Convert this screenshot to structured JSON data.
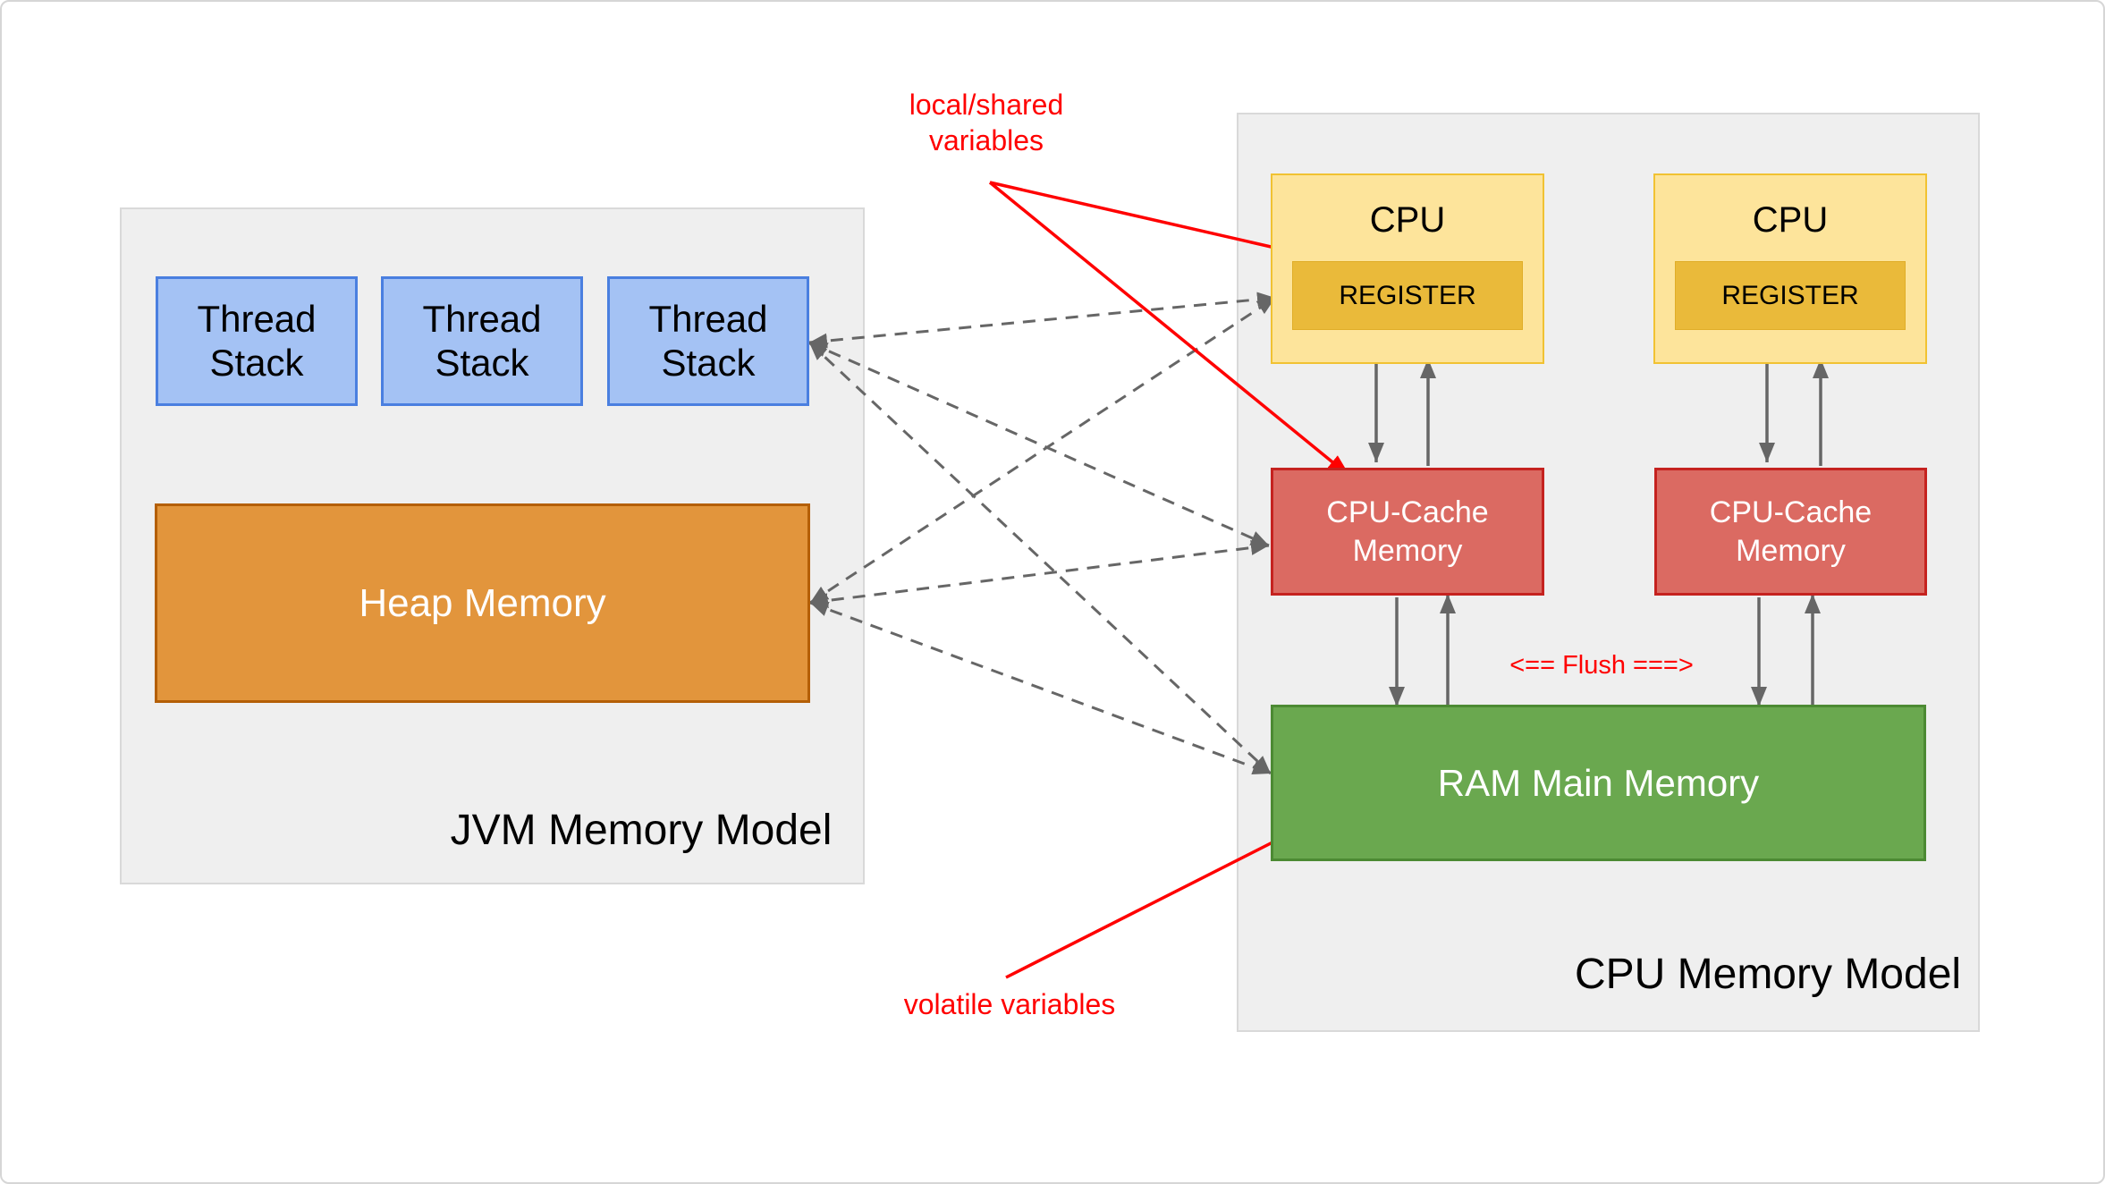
{
  "jvm_model": {
    "label": "JVM Memory Model",
    "thread_stacks": [
      {
        "label": "Thread Stack"
      },
      {
        "label": "Thread Stack"
      },
      {
        "label": "Thread Stack"
      }
    ],
    "heap_label": "Heap Memory"
  },
  "cpu_model": {
    "label": "CPU Memory Model",
    "cpus": [
      {
        "label": "CPU",
        "register_label": "REGISTER"
      },
      {
        "label": "CPU",
        "register_label": "REGISTER"
      }
    ],
    "caches": [
      {
        "label": "CPU-Cache Memory"
      },
      {
        "label": "CPU-Cache Memory"
      }
    ],
    "ram_label": "RAM Main Memory",
    "flush_label": "<== Flush ===>"
  },
  "annotations": {
    "local_shared": "local/shared variables",
    "volatile": "volatile variables"
  },
  "colors": {
    "thread_stack_fill": "#a4c2f4",
    "thread_stack_border": "#4a7fe0",
    "heap_fill": "#e2953c",
    "heap_border": "#b45f06",
    "cpu_fill": "#fde49b",
    "cpu_border": "#f1c232",
    "register_fill": "#eaba3a",
    "cache_fill": "#db6a62",
    "cache_border": "#c5221f",
    "ram_fill": "#6aa84f",
    "ram_border": "#4c8a33",
    "container_fill": "#efefef",
    "container_border": "#d9d9d9",
    "connector_gray": "#666666",
    "annotation_red": "#ff0000",
    "text_black": "#000000",
    "text_white": "#ffffff"
  }
}
